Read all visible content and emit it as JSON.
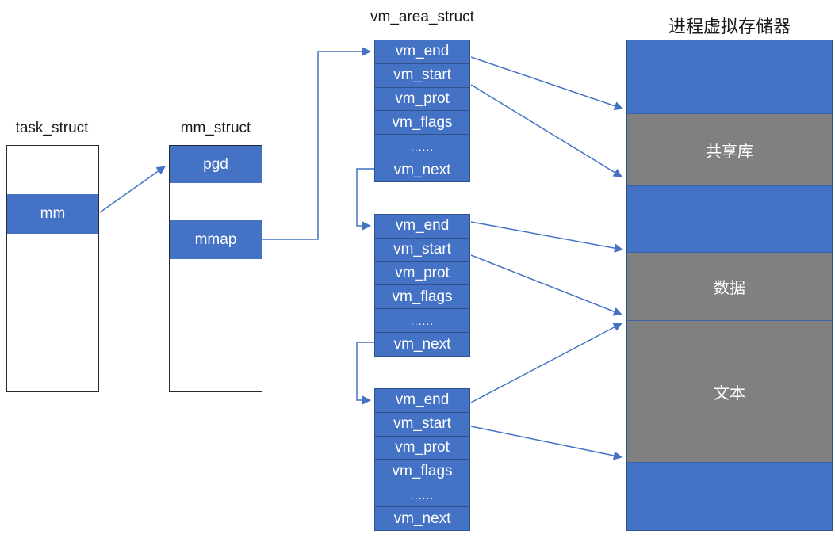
{
  "titles": {
    "task_struct": "task_struct",
    "mm_struct": "mm_struct",
    "vm_area_struct": "vm_area_struct",
    "memory": "进程虚拟存储器"
  },
  "task_struct": {
    "mm_field": "mm"
  },
  "mm_struct": {
    "pgd_field": "pgd",
    "mmap_field": "mmap"
  },
  "vm_area_struct": {
    "rows": [
      "vm_end",
      "vm_start",
      "vm_prot",
      "vm_flags",
      "......",
      "vm_next"
    ],
    "instance_count": 3
  },
  "memory": {
    "segments": [
      {
        "label": "",
        "type": "blue"
      },
      {
        "label": "共享库",
        "type": "gray"
      },
      {
        "label": "",
        "type": "blue"
      },
      {
        "label": "数据",
        "type": "gray"
      },
      {
        "label": "文本",
        "type": "gray"
      },
      {
        "label": "",
        "type": "blue"
      }
    ]
  },
  "colors": {
    "blue": "#4472C4",
    "dark_blue_border": "#2F528F",
    "gray": "#808080",
    "arrow": "#4472C4",
    "title_text": "#1a1a1a",
    "cell_text": "#FFFFFF"
  }
}
